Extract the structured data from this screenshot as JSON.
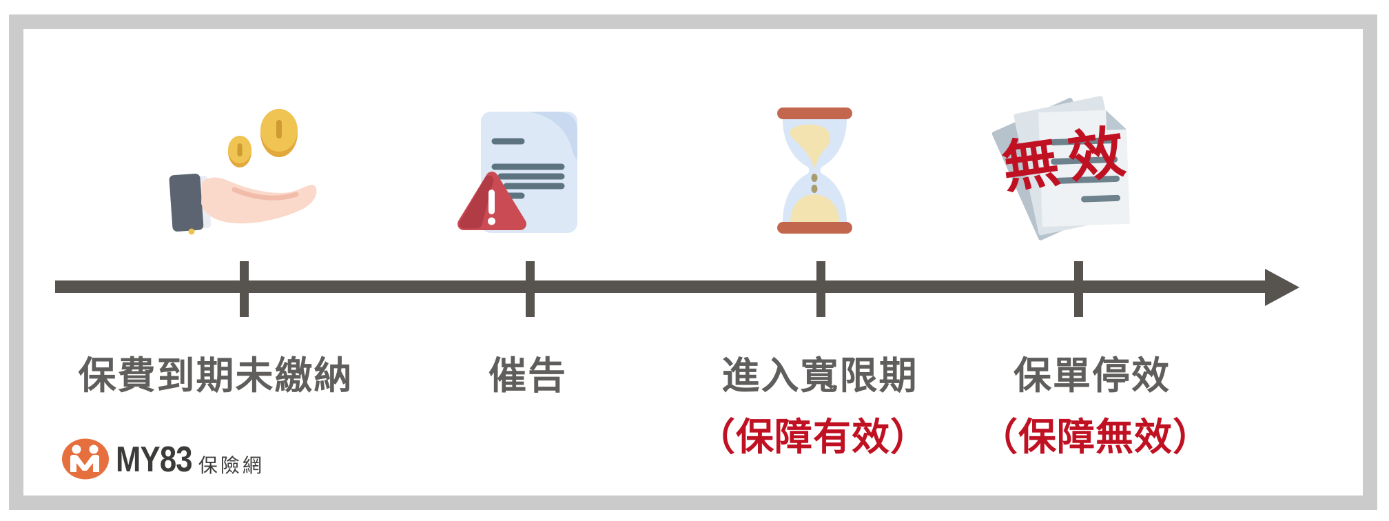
{
  "diagram": {
    "type": "timeline",
    "direction": "left-to-right",
    "stages": [
      {
        "label": "保費到期未繳納",
        "sublabel": "",
        "icon": "hand-coins-icon",
        "icon_text": ""
      },
      {
        "label": "催告",
        "sublabel": "",
        "icon": "warning-document-icon",
        "icon_text": ""
      },
      {
        "label": "進入寬限期",
        "sublabel": "（保障有效）",
        "icon": "hourglass-icon",
        "icon_text": ""
      },
      {
        "label": "保單停效",
        "sublabel": "（保障無效）",
        "icon": "invalid-papers-icon",
        "icon_text": "無效"
      }
    ]
  },
  "stages": [
    {
      "label": "保費到期未繳納",
      "sublabel": ""
    },
    {
      "label": "催告",
      "sublabel": ""
    },
    {
      "label": "進入寬限期",
      "sublabel": "（保障有效）"
    },
    {
      "label": "保單停效",
      "sublabel": "（保障無效）",
      "icon_text": "無效"
    }
  ],
  "logo": {
    "brand": "MY83",
    "suffix": "保險網"
  },
  "colors": {
    "frame": "#cbcbcb",
    "timeline": "#57534e",
    "label_gray": "#605e5c",
    "accent_red": "#c01123",
    "logo_orange": "#e56f3d",
    "logo_text": "#3b3b3a",
    "coin_gold": "#f0c452",
    "paper_blue": "#dde8f7",
    "warning_red": "#cb4b54",
    "hourglass_cap": "#c3664e",
    "sand_cream": "#f2e3b0"
  }
}
